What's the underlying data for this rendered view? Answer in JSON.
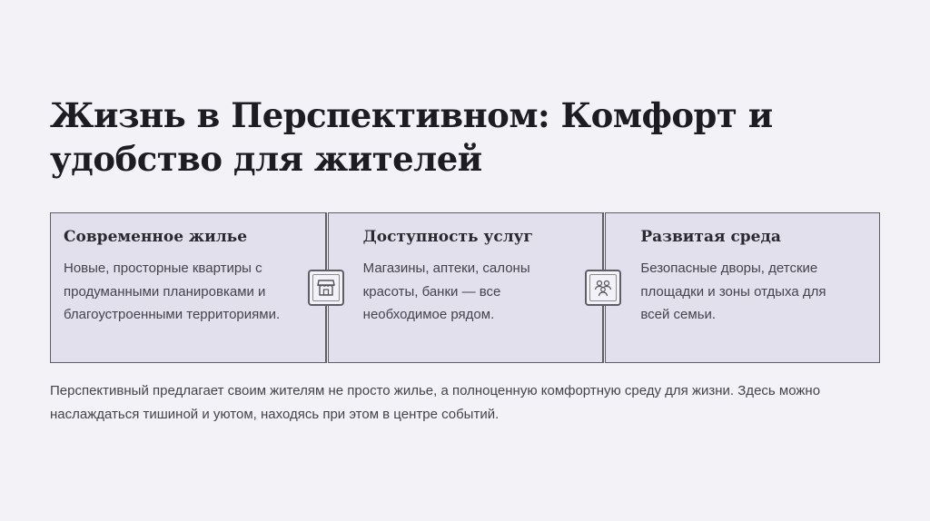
{
  "slide": {
    "title": "Жизнь в Перспективном: Комфорт и удобство для жителей",
    "cards": [
      {
        "title": "Современное жилье",
        "text": "Новые, просторные квартиры с продуманными планировками и благоустроенными территориями."
      },
      {
        "title": "Доступность услуг",
        "text": "Магазины, аптеки, салоны красоты, банки — все необходимое рядом."
      },
      {
        "title": "Развитая среда",
        "text": "Безопасные дворы, детские площадки и зоны отдыха для всей семьи."
      }
    ],
    "icons": [
      "storefront-icon",
      "people-icon"
    ],
    "footer": "Перспективный предлагает своим жителям не просто жилье, а полноценную комфортную среду для жизни. Здесь можно наслаждаться тишиной и уютом, находясь при этом в центре событий."
  }
}
